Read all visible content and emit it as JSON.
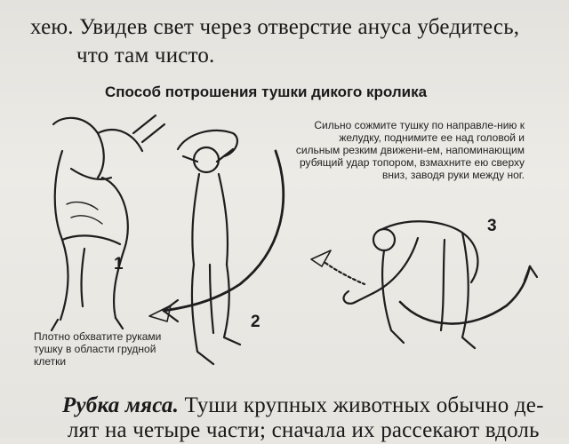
{
  "text": {
    "line1": "хею. Увидев свет через отверстие ануса убедитесь,",
    "line2": "что там чисто.",
    "figure_title": "Способ потрошения тушки дикого кролика",
    "note_right": "Сильно сожмите тушку по направле-нию к желудку, поднимите ее над головой и сильным резким движени-ем, напоминающим рубящий удар топором, взмахните ею сверху вниз, заводя руки между ног.",
    "note_left": "Плотно обхватите руками тушку в области грудной клетки",
    "step1": "1",
    "step2": "2",
    "step3": "3",
    "line3_italic": "Рубка мяса.",
    "line3_rest": " Туши крупных животных обычно де-",
    "line4": "лят на четыре части; сначала их рассекают вдоль"
  }
}
